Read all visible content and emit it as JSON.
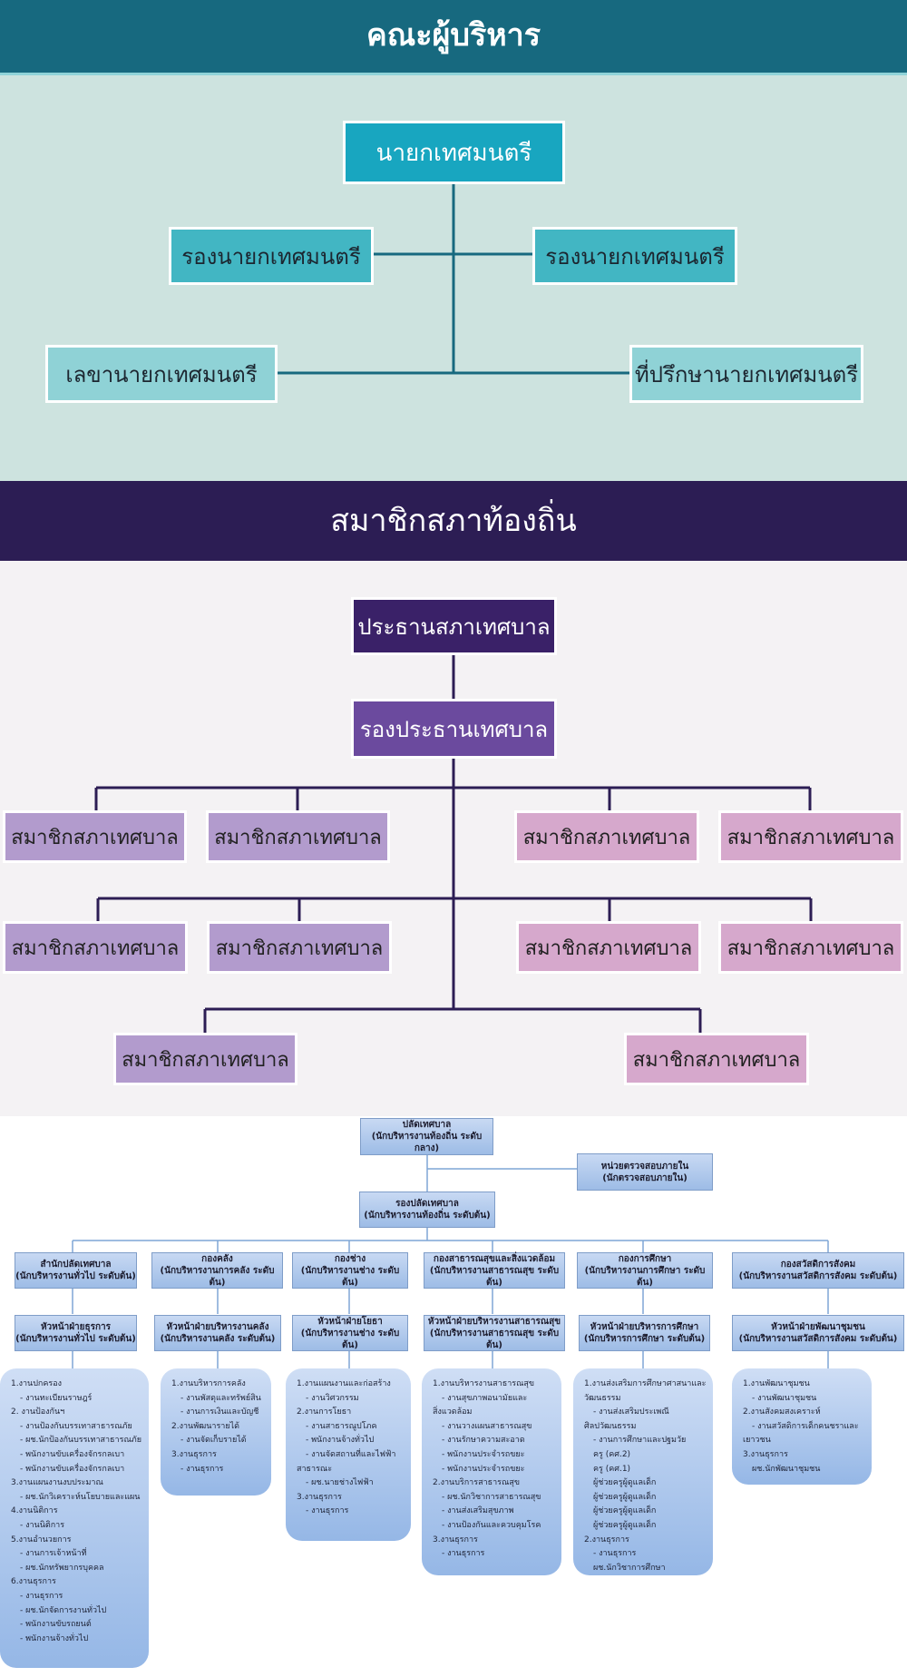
{
  "executives": {
    "band_title": "คณะผู้บริหาร",
    "mayor": "นายกเทศมนตรี",
    "deputy_left": "รองนายกเทศมนตรี",
    "deputy_right": "รองนายกเทศมนตรี",
    "secretary": "เลขานายกเทศมนตรี",
    "advisor": "ที่ปรึกษานายกเทศมนตรี"
  },
  "council": {
    "band_title": "สมาชิกสภาท้องถิ่น",
    "chair": "ประธานสภาเทศบาล",
    "vice_chair": "รองประธานเทศบาล",
    "member_label": "สมาชิกสภาเทศบาล"
  },
  "org": {
    "clerk": {
      "title": "ปลัดเทศบาล",
      "sub": "(นักบริหารงานท้องถิ่น ระดับกลาง)"
    },
    "audit": {
      "title": "หน่วยตรวจสอบภายใน",
      "sub": "(นักตรวจสอบภายใน)"
    },
    "deputy_clerk": {
      "title": "รองปลัดเทศบาล",
      "sub": "(นักบริหารงานท้องถิ่น ระดับต้น)"
    },
    "divisions": [
      {
        "title": "สำนักปลัดเทศบาล",
        "sub": "(นักบริหารงานทั่วไป ระดับต้น)"
      },
      {
        "title": "กองคลัง",
        "sub": "(นักบริหารงานการคลัง ระดับต้น)"
      },
      {
        "title": "กองช่าง",
        "sub": "(นักบริหารงานช่าง ระดับต้น)"
      },
      {
        "title": "กองสาธารณสุขและสิ่งแวดล้อม",
        "sub": "(นักบริหารงานสาธารณสุข ระดับต้น)"
      },
      {
        "title": "กองการศึกษา",
        "sub": "(นักบริหารงานการศึกษา ระดับต้น)"
      },
      {
        "title": "กองสวัสดิการสังคม",
        "sub": "(นักบริหารงานสวัสดิการสังคม ระดับต้น)"
      }
    ],
    "heads": [
      {
        "title": "หัวหน้าฝ่ายธุรการ",
        "sub": "(นักบริหารงานทั่วไป ระดับต้น)"
      },
      {
        "title": "หัวหน้าฝ่ายบริหารงานคลัง",
        "sub": "(นักบริหารงานคลัง ระดับต้น)"
      },
      {
        "title": "หัวหน้าฝ่ายโยธา",
        "sub": "(นักบริหารงานช่าง ระดับต้น)"
      },
      {
        "title": "หัวหน้าฝ่ายบริหารงานสาธารณสุข",
        "sub": "(นักบริหารงานสาธารณสุข ระดับต้น)"
      },
      {
        "title": "หัวหน้าฝ่ายบริหารการศึกษา",
        "sub": "(นักบริหารการศึกษา ระดับต้น)"
      },
      {
        "title": "หัวหน้าฝ่ายพัฒนาชุมชน",
        "sub": "(นักบริหารงานสวัสดิการสังคม ระดับต้น)"
      }
    ],
    "lists": [
      [
        "1.งานปกครอง",
        "- งานทะเบียนราษฎร์",
        "2. งานป้องกันฯ",
        "- งานป้องกันบรรเทาสาธารณภัย",
        "- ผช.นักป้องกันบรรเทาสาธารณภัย",
        "- พนักงานขับเครื่องจักรกลเบา",
        "- พนักงานขับเครื่องจักรกลเบา",
        "3.งานแผนงานงบประมาณ",
        "- ผช.นักวิเคราะห์นโยบายและแผน",
        "4.งานนิติการ",
        "- งานนิติการ",
        "5.งานอำนวยการ",
        "- งานการเจ้าหน้าที่",
        "- ผช.นักทรัพยากรบุคคล",
        "6.งานธุรการ",
        "- งานธุรการ",
        "- ผช.นักจัดการงานทั่วไป",
        "- พนักงานขับรถยนต์",
        "- พนักงานจ้างทั่วไป"
      ],
      [
        "1.งานบริหารการคลัง",
        "- งานพัสดุและทรัพย์สิน",
        "- งานการเงินและบัญชี",
        "2.งานพัฒนารายได้",
        "- งานจัดเก็บรายได้",
        "3.งานธุรการ",
        "- งานธุรการ"
      ],
      [
        "1.งานแผนงานและก่อสร้าง",
        "- งานวิศวกรรม",
        "2.งานการโยธา",
        "- งานสาธารณูปโภค",
        "- พนักงานจ้างทั่วไป",
        "- งานจัดสถานที่และไฟฟ้า",
        "สาธารณะ",
        "- ผช.นายช่างไฟฟ้า",
        "3.งานธุรการ",
        "- งานธุรการ"
      ],
      [
        "1.งานบริหารงานสาธารณสุข",
        "- งานสุขภาพอนามัยและ",
        "สิ่งแวดล้อม",
        "- งานวางแผนสาธารณสุข",
        "- งานรักษาความสะอาด",
        "- พนักงานประจำรถขยะ",
        "- พนักงานประจำรถขยะ",
        "2.งานบริการสาธารณสุข",
        "- ผช.นักวิชาการสาธารณสุข",
        "- งานส่งเสริมสุขภาพ",
        "- งานป้องกันและควบคุมโรค",
        "3.งานธุรการ",
        "- งานธุรการ"
      ],
      [
        "1.งานส่งเสริมการศึกษาศาสนาและ",
        "วัฒนธรรม",
        "- งานส่งเสริมประเพณี",
        "ศิลปวัฒนธรรม",
        "- งานการศึกษาและปฐมวัย",
        "ครู (คศ.2)",
        "ครู (คศ.1)",
        "ผู้ช่วยครูผู้ดูแลเด็ก",
        "ผู้ช่วยครูผู้ดูแลเด็ก",
        "ผู้ช่วยครูผู้ดูแลเด็ก",
        "ผู้ช่วยครูผู้ดูแลเด็ก",
        "2.งานธุรการ",
        "- งานธุรการ",
        "ผช.นักวิชาการศึกษา"
      ],
      [
        "1.งานพัฒนาชุมชน",
        "- งานพัฒนาชุมชน",
        "2.งานสังคมสงเคราะห์",
        "- งานสวัสดิการเด็กคนชราและ",
        "เยาวชน",
        "3.งานธุรการ",
        "ผช.นักพัฒนาชุมชน"
      ]
    ]
  }
}
